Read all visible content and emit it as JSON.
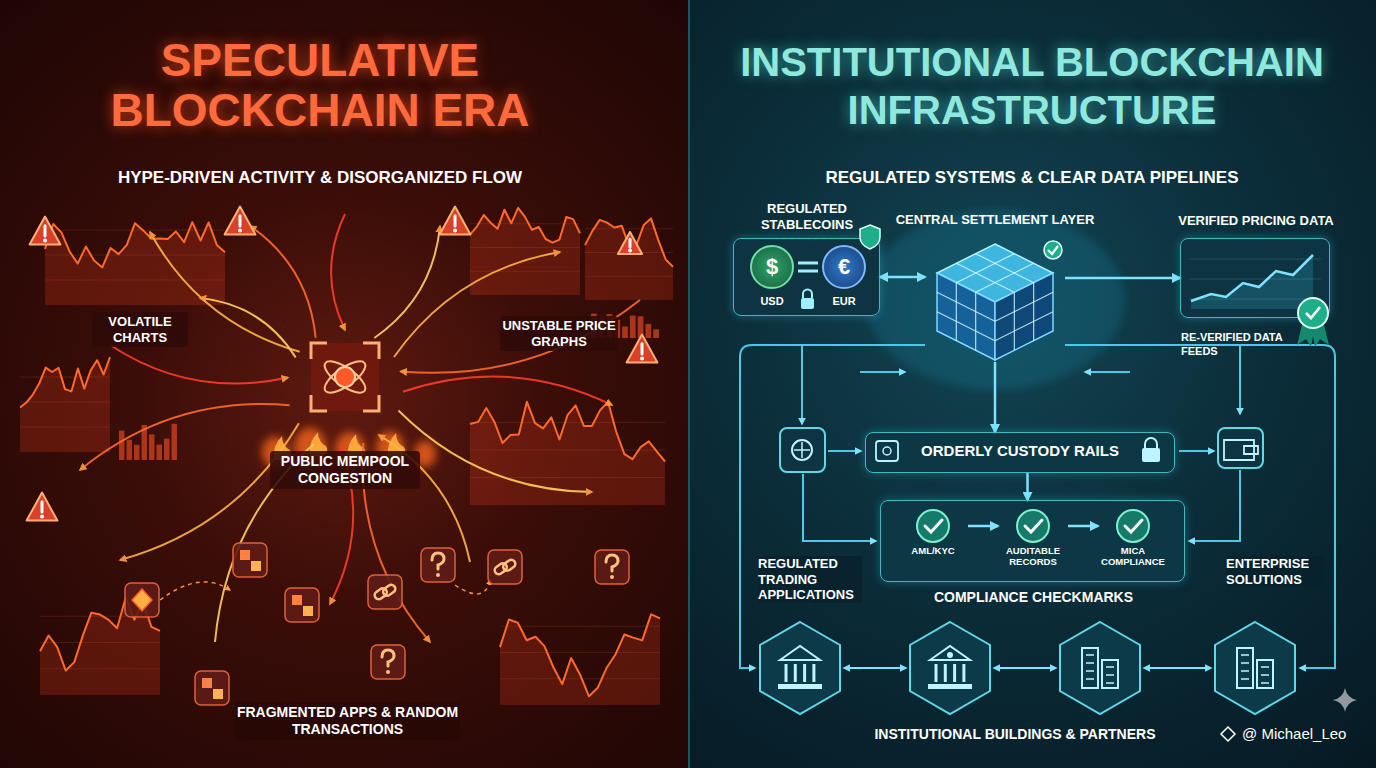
{
  "diagram": {
    "nodes": [
      {
        "text": [
          "SPECULATIVE BLOCKCHAIN ERA",
          "HYPE-DRIVEN ACTIVITY & DISORGANIZED FLOW"
        ]
      },
      {
        "text": [
          "INSTITUTIONAL BLOCKCHAIN INFRASTRUCTURE",
          "REGULATED SYSTEMS & CLEAR DATA PIPELINES"
        ]
      },
      {
        "text": [
          "PUBLIC MEMPOOL CONGESTION"
        ],
        "in": 0
      },
      {
        "text": [
          "REGULATED STABLECOINS",
          "$",
          "€",
          "USD",
          "EUR"
        ],
        "in": 1
      },
      {
        "text": [
          "CENTRAL SETTLEMENT LAYER"
        ],
        "in": 1
      },
      {
        "text": [
          "VERIFIED PRICING DATA",
          "RE-VERIFIED DATA FEEDS"
        ],
        "in": 1
      },
      {
        "text": [
          "ORDERLY CUSTODY RAILS"
        ],
        "in": 1
      },
      {
        "text": [
          "COMPLIANCE CHECKMARKS"
        ],
        "in": 1
      },
      {
        "text": [
          "AML/KYC"
        ],
        "in": 7
      },
      {
        "text": [
          "AUDITABLE RECORDS"
        ],
        "in": 7
      },
      {
        "text": [
          "MICA COMPLIANCE"
        ],
        "in": 7
      }
    ],
    "edges": [
      {
        "from": 3,
        "to": 4,
        "arrow": "both"
      },
      {
        "from": 4,
        "to": 5,
        "arrow": "to"
      },
      {
        "from": 4,
        "to": 6,
        "arrow": "to"
      },
      {
        "from": 6,
        "to": 7,
        "arrow": "to"
      },
      {
        "from": 8,
        "to": 9,
        "arrow": "to"
      },
      {
        "from": 9,
        "to": 10,
        "arrow": "to"
      }
    ],
    "labels": [
      "VOLATILE CHARTS",
      "UNSTABLE PRICE GRAPHS",
      "FRAGMENTED APPS & RANDOM TRANSACTIONS",
      "REGULATED TRADING APPLICATIONS",
      "ENTERPRISE SOLUTIONS",
      "INSTITUTIONAL BUILDINGS & PARTNERS",
      "@ Michael_Leo"
    ]
  }
}
